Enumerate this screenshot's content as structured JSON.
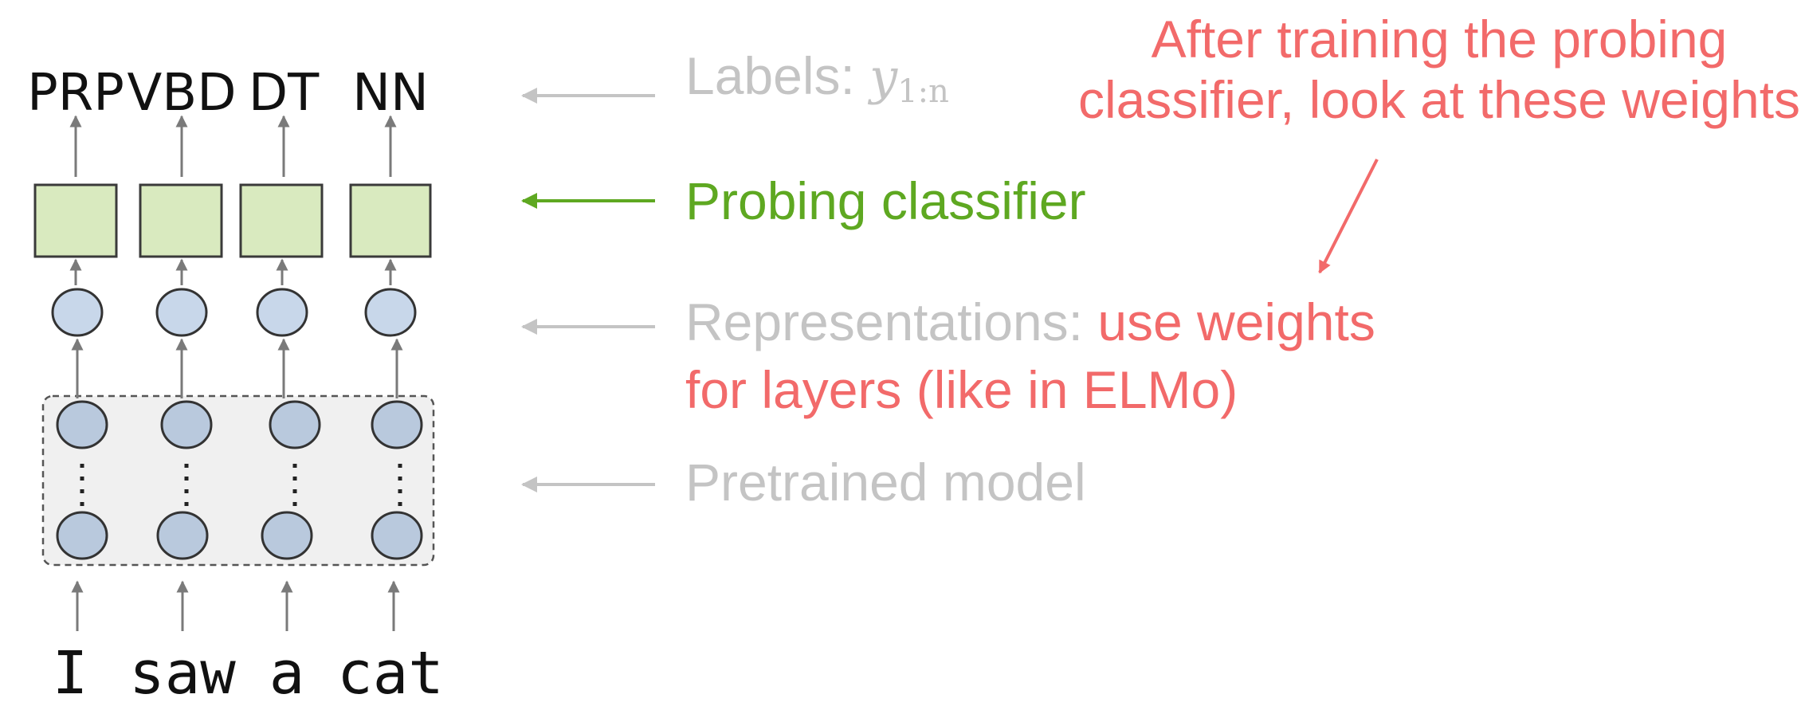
{
  "diagram": {
    "tags": [
      "PRP",
      "VBD",
      "DT",
      "NN"
    ],
    "words": [
      "I",
      "saw",
      "a",
      "cat"
    ],
    "labels": {
      "labels_prefix": "Labels: ",
      "labels_math_var": "y",
      "labels_math_sub": "1:n",
      "probing": "Probing classifier",
      "representations_prefix": "Representations: ",
      "representations_highlight_1": "use weights",
      "representations_highlight_2": "for layers (like in ELMo)",
      "pretrained": "Pretrained model"
    },
    "annotation": {
      "line1": "After training the probing",
      "line2": "classifier, look at these weights"
    },
    "colors": {
      "gray_text": "#c4c4c4",
      "green": "#5ea821",
      "red": "#f26a6a",
      "box_fill": "#d9eabf",
      "box_stroke": "#3a3a3a",
      "node_fill": "#c8d7ea",
      "node_fill_pretrained": "#b9c9dd",
      "pretrained_bg": "#f0f0f0"
    }
  }
}
